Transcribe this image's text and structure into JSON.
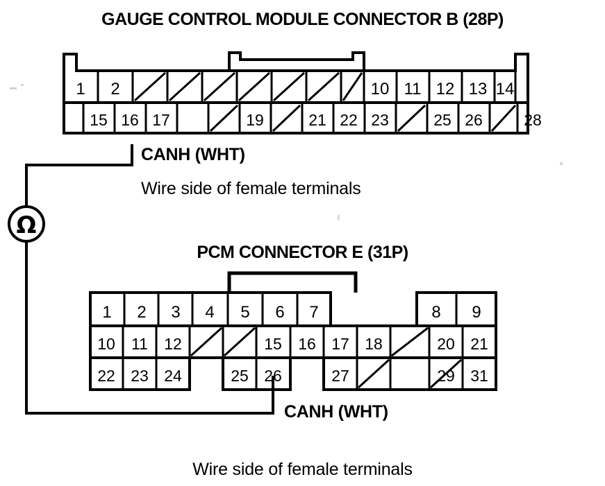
{
  "page": {
    "kind": "automotive-wiring-connector-diagram",
    "background_color": "#ffffff",
    "line_color": "#000000"
  },
  "gauge_connector": {
    "title": "GAUGE CONTROL MODULE CONNECTOR B (28P)",
    "pin_count_label": "28P",
    "wire_label": "CANH (WHT)",
    "view_note": "Wire side of female terminals",
    "probe_pin": "16",
    "rows": [
      {
        "name": "row-1",
        "cells": [
          {
            "type": "pin",
            "label": "1"
          },
          {
            "type": "pin",
            "label": "2"
          },
          {
            "type": "blank",
            "label": ""
          },
          {
            "type": "blank",
            "label": ""
          },
          {
            "type": "blank",
            "label": ""
          },
          {
            "type": "blank",
            "label": ""
          },
          {
            "type": "blank",
            "label": ""
          },
          {
            "type": "blank",
            "label": ""
          },
          {
            "type": "blank",
            "label": ""
          },
          {
            "type": "pin",
            "label": "10"
          },
          {
            "type": "pin",
            "label": "11"
          },
          {
            "type": "pin",
            "label": "12"
          },
          {
            "type": "pin",
            "label": "13"
          },
          {
            "type": "pin",
            "label": "14"
          },
          {
            "type": "empty",
            "label": ""
          }
        ]
      },
      {
        "name": "row-2",
        "cells": [
          {
            "type": "empty",
            "label": ""
          },
          {
            "type": "pin",
            "label": "15"
          },
          {
            "type": "pin",
            "label": "16"
          },
          {
            "type": "pin",
            "label": "17"
          },
          {
            "type": "blank",
            "label": ""
          },
          {
            "type": "pin",
            "label": "19"
          },
          {
            "type": "blank",
            "label": ""
          },
          {
            "type": "pin",
            "label": "21"
          },
          {
            "type": "pin",
            "label": "22"
          },
          {
            "type": "pin",
            "label": "23"
          },
          {
            "type": "blank",
            "label": ""
          },
          {
            "type": "pin",
            "label": "25"
          },
          {
            "type": "pin",
            "label": "26"
          },
          {
            "type": "blank",
            "label": ""
          },
          {
            "type": "pin",
            "label": "28"
          },
          {
            "type": "empty",
            "label": ""
          }
        ]
      }
    ]
  },
  "pcm_connector": {
    "title": "PCM CONNECTOR E (31P)",
    "pin_count_label": "31P",
    "wire_label": "CANH (WHT)",
    "view_note": "Wire side of female terminals",
    "probe_pin": "26",
    "rows": [
      {
        "name": "row-1",
        "cells": [
          {
            "type": "pin",
            "label": "1"
          },
          {
            "type": "pin",
            "label": "2"
          },
          {
            "type": "pin",
            "label": "3"
          },
          {
            "type": "pin",
            "label": "4"
          },
          {
            "type": "pin",
            "label": "5"
          },
          {
            "type": "pin",
            "label": "6"
          },
          {
            "type": "pin",
            "label": "7"
          },
          {
            "type": "gap",
            "label": ""
          },
          {
            "type": "pin",
            "label": "8"
          },
          {
            "type": "pin",
            "label": "9"
          }
        ]
      },
      {
        "name": "row-2",
        "cells": [
          {
            "type": "pin",
            "label": "10"
          },
          {
            "type": "pin",
            "label": "11"
          },
          {
            "type": "pin",
            "label": "12"
          },
          {
            "type": "blank",
            "label": ""
          },
          {
            "type": "blank",
            "label": ""
          },
          {
            "type": "pin",
            "label": "15"
          },
          {
            "type": "pin",
            "label": "16"
          },
          {
            "type": "pin",
            "label": "17"
          },
          {
            "type": "pin",
            "label": "18"
          },
          {
            "type": "blank",
            "label": ""
          },
          {
            "type": "pin",
            "label": "20"
          },
          {
            "type": "pin",
            "label": "21"
          }
        ]
      },
      {
        "name": "row-3",
        "cells": [
          {
            "type": "pin",
            "label": "22"
          },
          {
            "type": "pin",
            "label": "23"
          },
          {
            "type": "pin",
            "label": "24"
          },
          {
            "type": "gap",
            "label": ""
          },
          {
            "type": "gap",
            "label": ""
          },
          {
            "type": "pin",
            "label": "25"
          },
          {
            "type": "pin",
            "label": "26"
          },
          {
            "type": "gap",
            "label": ""
          },
          {
            "type": "pin",
            "label": "27"
          },
          {
            "type": "blank",
            "label": ""
          },
          {
            "type": "pin",
            "label": "29"
          },
          {
            "type": "blank",
            "label": ""
          },
          {
            "type": "pin",
            "label": "31"
          }
        ]
      }
    ]
  },
  "meter": {
    "name": "ohmmeter",
    "symbol": "Ω",
    "connects_from": "16",
    "connects_to": "26"
  }
}
